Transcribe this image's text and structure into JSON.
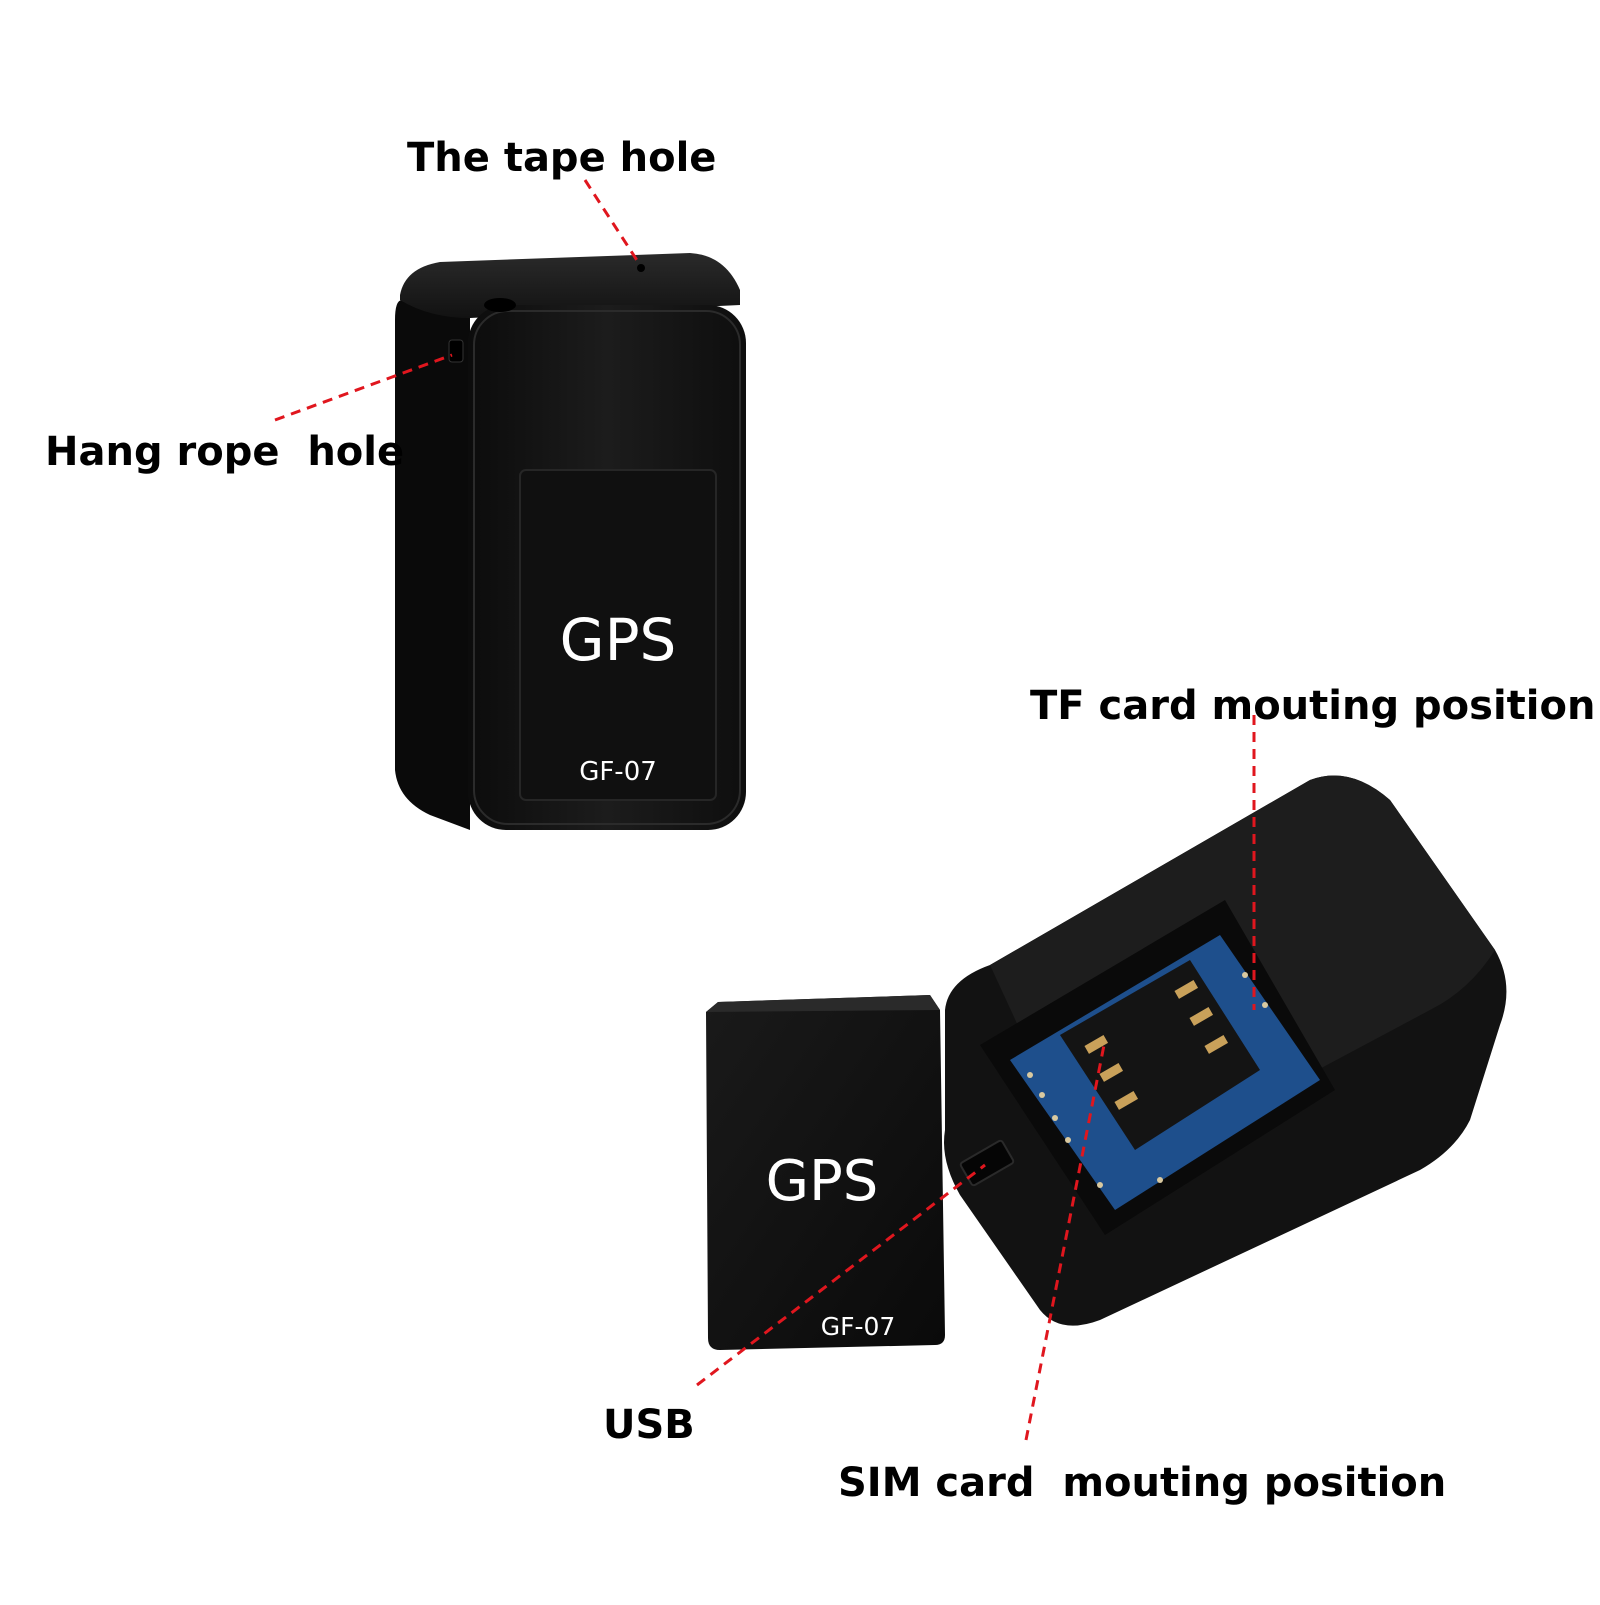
{
  "callouts": {
    "tape_hole": "The tape hole",
    "hang_rope_hole": "Hang rope  hole",
    "tf_card": "TF card mouting position",
    "usb": "USB",
    "sim_card": "SIM card  mouting position"
  },
  "device": {
    "brand_text": "GPS",
    "model_text": "GF-07"
  },
  "colors": {
    "leader_line": "#e0161e",
    "device_body": "#151515",
    "device_label_text": "#ffffff",
    "pcb": "#1e4f8c",
    "gold_contacts": "#c9a15a"
  }
}
